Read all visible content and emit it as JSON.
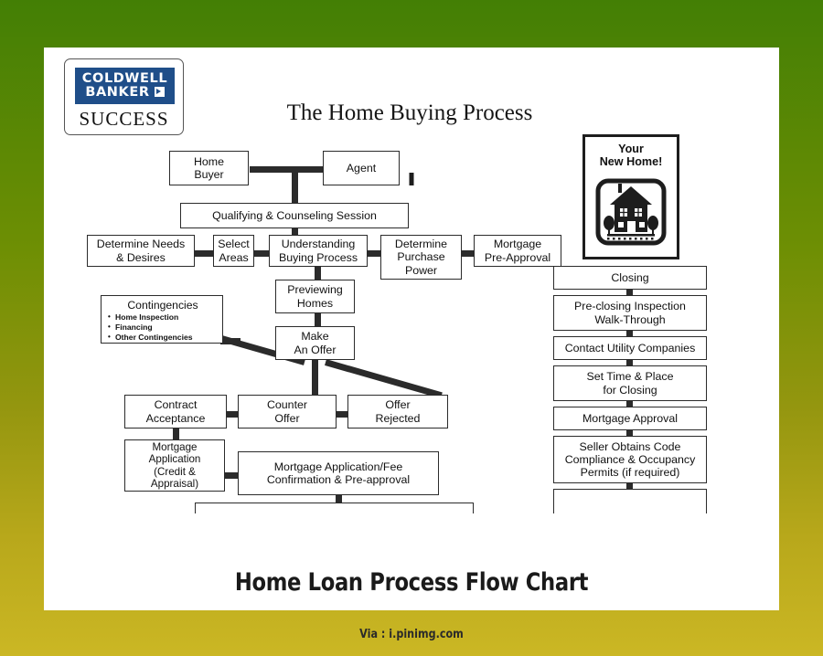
{
  "background": {
    "top_color": "#437f05",
    "bottom_color": "#cbb724"
  },
  "logo": {
    "line1": "COLDWELL",
    "line2": "BANKER",
    "mark": "cb-flag-icon",
    "tagline": "SUCCESS",
    "brand_color": "#1f4e89"
  },
  "chart": {
    "title": "The Home Buying Process",
    "left_column": {
      "home_buyer": "Home\nBuyer",
      "agent": "Agent",
      "qualifying": "Qualifying & Counseling Session",
      "determine_needs": "Determine Needs\n& Desires",
      "select_areas": "Select\nAreas",
      "understanding": "Understanding\nBuying Process",
      "determine_power": "Determine\nPurchase\nPower",
      "pre_approval": "Mortgage\nPre-Approval",
      "previewing": "Previewing\nHomes",
      "make_offer": "Make\nAn Offer",
      "contract_acceptance": "Contract\nAcceptance",
      "counter_offer": "Counter\nOffer",
      "offer_rejected": "Offer\nRejected",
      "mortgage_application": "Mortgage\nApplication\n(Credit & Appraisal)",
      "mortgage_fee_confirmation": "Mortgage Application/Fee\nConfirmation & Pre-approval"
    },
    "contingencies": {
      "title": "Contingencies",
      "items": [
        "Home Inspection",
        "Financing",
        "Other Contingencies"
      ]
    },
    "right_column": {
      "sign_title": "Your\nNew Home!",
      "steps": [
        "Closing",
        "Pre-closing Inspection\nWalk-Through",
        "Contact Utility Companies",
        "Set Time & Place\nfor Closing",
        "Mortgage Approval",
        "Seller Obtains Code\nCompliance & Occupancy\nPermits (if required)"
      ]
    }
  },
  "caption": {
    "heading": "Home Loan Process Flow Chart",
    "source": "Via : i.pinimg.com"
  }
}
